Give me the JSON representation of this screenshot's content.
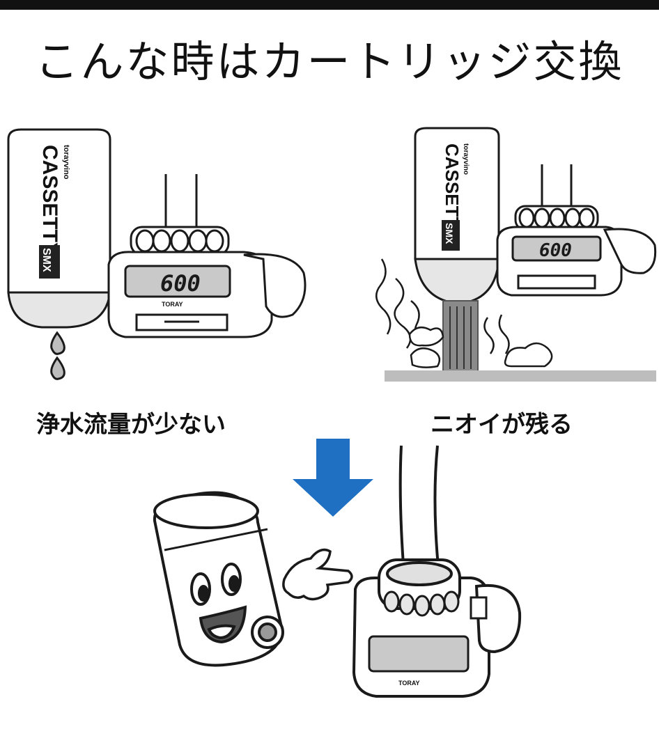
{
  "header": {
    "title": "こんな時はカートリッジ交換"
  },
  "panels": {
    "left": {
      "caption": "浄水流量が少ない",
      "cartridge": {
        "brand_small": "torayvino",
        "brand": "CASSETTY",
        "model": "SMX"
      },
      "display": "600",
      "maker": "TORAY"
    },
    "right": {
      "caption": "ニオイが残る",
      "cartridge": {
        "brand_small": "torayvino",
        "brand": "CASSETTY",
        "model": "SMX"
      },
      "display": "600"
    },
    "bottom": {
      "maker": "TORAY"
    }
  },
  "colors": {
    "arrow": "#1f6fc2",
    "lcd": "#c9c9c9",
    "outline": "#1a1a1a"
  },
  "icons": [
    "down-arrow-icon",
    "water-drop-icon",
    "smell-wave-icon",
    "pointing-hand-icon"
  ]
}
